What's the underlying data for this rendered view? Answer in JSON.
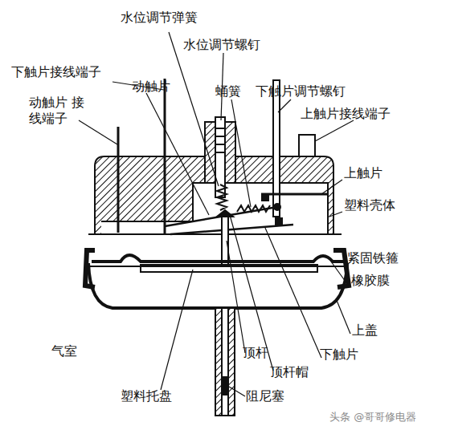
{
  "diagram": {
    "labels": [
      "水位调节弹簧",
      "水位调节螺钉",
      "下触片接线端子",
      "动触片",
      "蛹簧",
      "下触片调节螺钉",
      "上触片接线端子",
      "动触片 接线端子",
      "上触片",
      "塑料壳体",
      "紧固铁箍",
      "橡胶膜",
      "上盖",
      "气室",
      "顶杆",
      "顶杆帽",
      "下触片",
      "塑料托盘",
      "阻尼塞",
      "头条 @哥哥修电器"
    ]
  }
}
